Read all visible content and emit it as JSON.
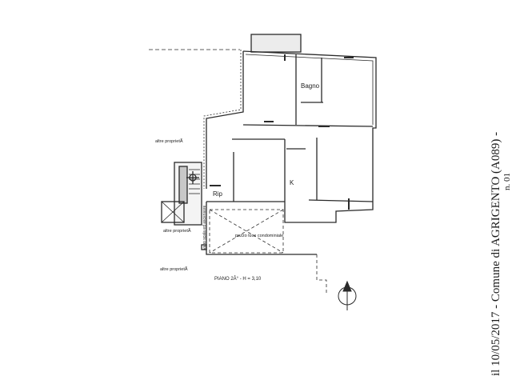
{
  "rooms": {
    "bagno": "Bagno",
    "kitchen": "K",
    "ripostiglio": "Rip"
  },
  "notes": {
    "altre_1": "altre proprietÃ",
    "altre_2": "altre proprietÃ",
    "altre_3": "altre proprietÃ",
    "vano_scala": "vano scala ed ascensore",
    "pozzo_luce": "pozzo luce condominiale",
    "piano": "PIANO 2Â° - H = 3,10"
  },
  "stamp": {
    "main": "il 10/05/2017 - Comune di AGRIGENTO (A089) -",
    "side": "n. 01"
  }
}
